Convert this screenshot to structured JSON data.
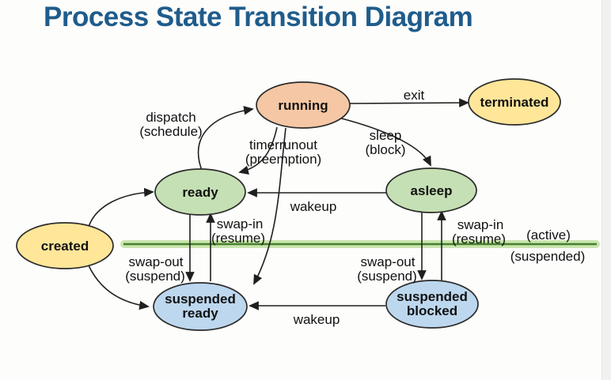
{
  "title": "Process State Transition Diagram",
  "colors": {
    "title_text": "#1F5C8B",
    "node_running": "#F5C7A4",
    "node_yellow": "#FFE699",
    "node_green": "#C5E0B4",
    "node_blue": "#BDD7EE",
    "node_stroke": "#2B2B2B",
    "arrow": "#1F1F1F",
    "divider_glow": "#C9E5AE",
    "divider_core": "#46802E"
  },
  "nodes": {
    "running": "running",
    "terminated": "terminated",
    "ready": "ready",
    "asleep": "asleep",
    "created": "created",
    "suspended_ready_line1": "suspended",
    "suspended_ready_line2": "ready",
    "suspended_blocked_line1": "suspended",
    "suspended_blocked_line2": "blocked"
  },
  "edge_labels": {
    "exit": "exit",
    "dispatch_line1": "dispatch",
    "dispatch_line2": "(schedule)",
    "timerrunout_line1": "timerrunout",
    "timerrunout_line2": "(preemption)",
    "sleep_line1": "sleep",
    "sleep_line2": "(block)",
    "wakeup_top": "wakeup",
    "wakeup_bottom": "wakeup",
    "swap_in_left_line1": "swap-in",
    "swap_in_left_line2": "(resume)",
    "swap_out_left_line1": "swap-out",
    "swap_out_left_line2": "(suspend)",
    "swap_out_right_line1": "swap-out",
    "swap_out_right_line2": "(suspend)",
    "swap_in_right_line1": "swap-in",
    "swap_in_right_line2": "(resume)"
  },
  "region_labels": {
    "active": "(active)",
    "suspended": "(suspended)"
  }
}
